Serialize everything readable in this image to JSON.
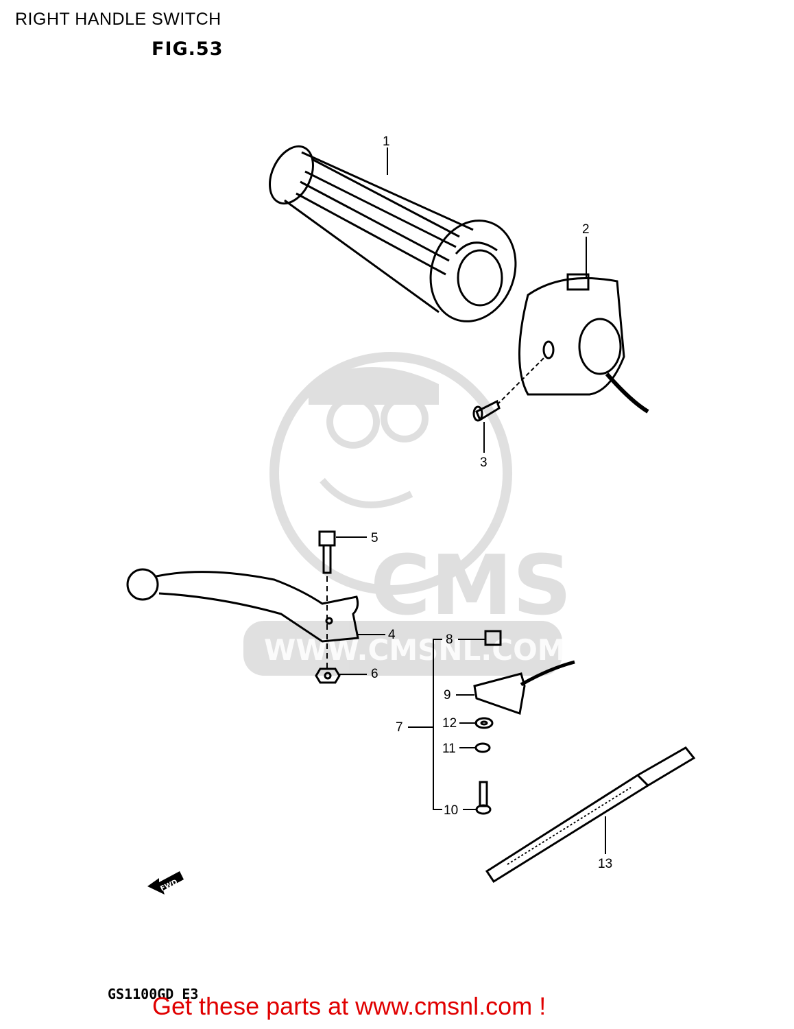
{
  "header": {
    "title": "RIGHT HANDLE SWITCH",
    "figure": "FIG.53"
  },
  "watermark": {
    "brand": "CMS",
    "url": "WWW.CMSNL.COM"
  },
  "diagram": {
    "arrow_label": "FWD",
    "callouts": {
      "c1": "1",
      "c2": "2",
      "c3": "3",
      "c4": "4",
      "c5": "5",
      "c6": "6",
      "c7": "7",
      "c8": "8",
      "c9": "9",
      "c10": "10",
      "c11": "11",
      "c12": "12",
      "c13": "13"
    },
    "parts": [
      "throttle-grip",
      "handle-switch-housing",
      "screw",
      "brake-lever",
      "lever-pivot-bolt",
      "lever-nut",
      "switch-assembly",
      "switch-button",
      "switch-body",
      "bracket-screw",
      "lock-washer",
      "washer",
      "cable-tie"
    ]
  },
  "footer": {
    "model": "GS1100GD E3",
    "cta": "Get these parts at www.cmsnl.com !",
    "cta_color": "#e00000"
  }
}
